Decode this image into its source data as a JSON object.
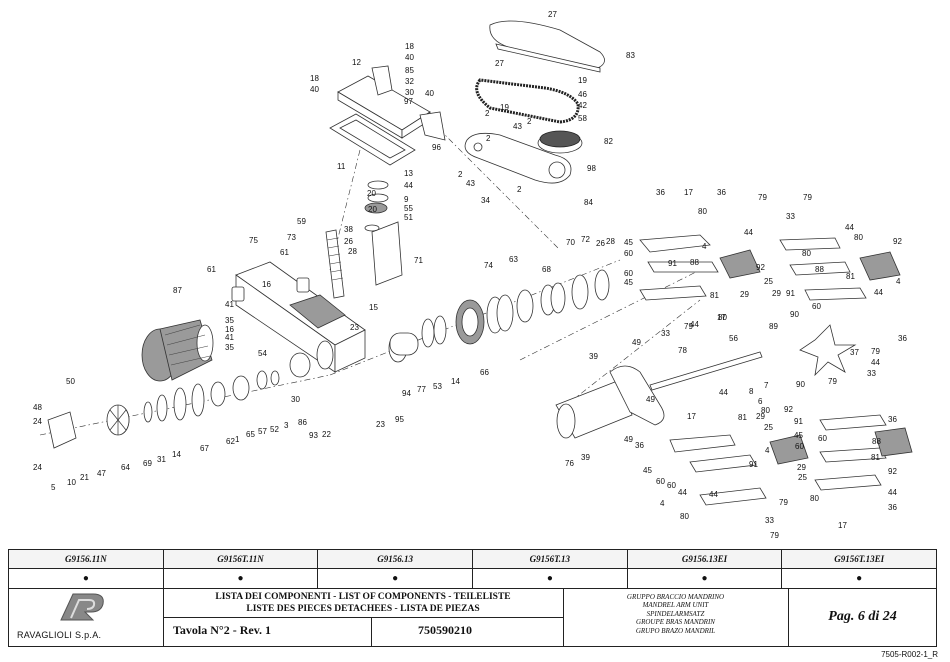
{
  "drawing": {
    "labels": [
      {
        "t": "27"
      },
      {
        "t": "83"
      },
      {
        "t": "27"
      },
      {
        "t": "19"
      },
      {
        "t": "46"
      },
      {
        "t": "42"
      },
      {
        "t": "58"
      },
      {
        "t": "82"
      },
      {
        "t": "98"
      },
      {
        "t": "84"
      },
      {
        "t": "18"
      },
      {
        "t": "40"
      },
      {
        "t": "85"
      },
      {
        "t": "32"
      },
      {
        "t": "30"
      },
      {
        "t": "12"
      },
      {
        "t": "18"
      },
      {
        "t": "40"
      },
      {
        "t": "97"
      },
      {
        "t": "40"
      },
      {
        "t": "96"
      },
      {
        "t": "11"
      },
      {
        "t": "2"
      },
      {
        "t": "19"
      },
      {
        "t": "43"
      },
      {
        "t": "2"
      },
      {
        "t": "2"
      },
      {
        "t": "2"
      },
      {
        "t": "43"
      },
      {
        "t": "2"
      },
      {
        "t": "34"
      },
      {
        "t": "13"
      },
      {
        "t": "20"
      },
      {
        "t": "44"
      },
      {
        "t": "20"
      },
      {
        "t": "9"
      },
      {
        "t": "55"
      },
      {
        "t": "51"
      },
      {
        "t": "59"
      },
      {
        "t": "38"
      },
      {
        "t": "26"
      },
      {
        "t": "28"
      },
      {
        "t": "71"
      },
      {
        "t": "75"
      },
      {
        "t": "73"
      },
      {
        "t": "61"
      },
      {
        "t": "61"
      },
      {
        "t": "16"
      },
      {
        "t": "15"
      },
      {
        "t": "87"
      },
      {
        "t": "41"
      },
      {
        "t": "35"
      },
      {
        "t": "16"
      },
      {
        "t": "41"
      },
      {
        "t": "35"
      },
      {
        "t": "54"
      },
      {
        "t": "23"
      },
      {
        "t": "50"
      },
      {
        "t": "48"
      },
      {
        "t": "24"
      },
      {
        "t": "24"
      },
      {
        "t": "5"
      },
      {
        "t": "10"
      },
      {
        "t": "21"
      },
      {
        "t": "47"
      },
      {
        "t": "64"
      },
      {
        "t": "69"
      },
      {
        "t": "31"
      },
      {
        "t": "14"
      },
      {
        "t": "67"
      },
      {
        "t": "62"
      },
      {
        "t": "1"
      },
      {
        "t": "65"
      },
      {
        "t": "57"
      },
      {
        "t": "52"
      },
      {
        "t": "3"
      },
      {
        "t": "86"
      },
      {
        "t": "30"
      },
      {
        "t": "93"
      },
      {
        "t": "22"
      },
      {
        "t": "94"
      },
      {
        "t": "95"
      },
      {
        "t": "23"
      },
      {
        "t": "77"
      },
      {
        "t": "53"
      },
      {
        "t": "14"
      },
      {
        "t": "66"
      },
      {
        "t": "74"
      },
      {
        "t": "63"
      },
      {
        "t": "68"
      },
      {
        "t": "70"
      },
      {
        "t": "72"
      },
      {
        "t": "26"
      },
      {
        "t": "28"
      },
      {
        "t": "36"
      },
      {
        "t": "17"
      },
      {
        "t": "36"
      },
      {
        "t": "80"
      },
      {
        "t": "44"
      },
      {
        "t": "79"
      },
      {
        "t": "79"
      },
      {
        "t": "33"
      },
      {
        "t": "44"
      },
      {
        "t": "80"
      },
      {
        "t": "92"
      },
      {
        "t": "45"
      },
      {
        "t": "60"
      },
      {
        "t": "4"
      },
      {
        "t": "91"
      },
      {
        "t": "88"
      },
      {
        "t": "60"
      },
      {
        "t": "45"
      },
      {
        "t": "81"
      },
      {
        "t": "29"
      },
      {
        "t": "92"
      },
      {
        "t": "25"
      },
      {
        "t": "29"
      },
      {
        "t": "91"
      },
      {
        "t": "81"
      },
      {
        "t": "4"
      },
      {
        "t": "80"
      },
      {
        "t": "44"
      },
      {
        "t": "60"
      },
      {
        "t": "88"
      },
      {
        "t": "44"
      },
      {
        "t": "80"
      },
      {
        "t": "33"
      },
      {
        "t": "79"
      },
      {
        "t": "17"
      },
      {
        "t": "36"
      },
      {
        "t": "89"
      },
      {
        "t": "90"
      },
      {
        "t": "37"
      },
      {
        "t": "56"
      },
      {
        "t": "49"
      },
      {
        "t": "39"
      },
      {
        "t": "78"
      },
      {
        "t": "7"
      },
      {
        "t": "8"
      },
      {
        "t": "6"
      },
      {
        "t": "90"
      },
      {
        "t": "79"
      },
      {
        "t": "44"
      },
      {
        "t": "33"
      },
      {
        "t": "79"
      },
      {
        "t": "36"
      },
      {
        "t": "44"
      },
      {
        "t": "49"
      },
      {
        "t": "76"
      },
      {
        "t": "39"
      },
      {
        "t": "49"
      },
      {
        "t": "36"
      },
      {
        "t": "17"
      },
      {
        "t": "81"
      },
      {
        "t": "29"
      },
      {
        "t": "92"
      },
      {
        "t": "25"
      },
      {
        "t": "80"
      },
      {
        "t": "45"
      },
      {
        "t": "60"
      },
      {
        "t": "4"
      },
      {
        "t": "91"
      },
      {
        "t": "60"
      },
      {
        "t": "44"
      },
      {
        "t": "80"
      },
      {
        "t": "44"
      },
      {
        "t": "91"
      },
      {
        "t": "29"
      },
      {
        "t": "25"
      },
      {
        "t": "45"
      },
      {
        "t": "60"
      },
      {
        "t": "88"
      },
      {
        "t": "81"
      },
      {
        "t": "92"
      },
      {
        "t": "44"
      },
      {
        "t": "36"
      },
      {
        "t": "80"
      },
      {
        "t": "33"
      },
      {
        "t": "79"
      },
      {
        "t": "17"
      },
      {
        "t": "79"
      },
      {
        "t": "4"
      },
      {
        "t": "60"
      }
    ]
  },
  "table": {
    "models": [
      "G9156.11N",
      "G9156T.11N",
      "G9156.13",
      "G9156T.13",
      "G9156.13EI",
      "G9156T.13EI"
    ],
    "availability": [
      "●",
      "●",
      "●",
      "●",
      "●",
      "●"
    ],
    "company": "RAVAGLIOLI S.p.A.",
    "list_title_1": "LISTA DEI COMPONENTI - LIST OF COMPONENTS - TEILELISTE",
    "list_title_2": "LISTE DES PIECES DETACHEES - LISTA DE PIEZAS",
    "tavola": "Tavola N°2 - Rev. 1",
    "code": "750590210",
    "group_lines": [
      "GRUPPO BRACCIO MANDRINO",
      "MANDREL ARM UNIT",
      "SPINDELARMSATZ",
      "GROUPE BRAS MANDRIN",
      "GRUPO BRAZO MANDRIL"
    ],
    "page": "Pag. 6 di 24",
    "drawing_code": "7505-R002-1_R"
  }
}
